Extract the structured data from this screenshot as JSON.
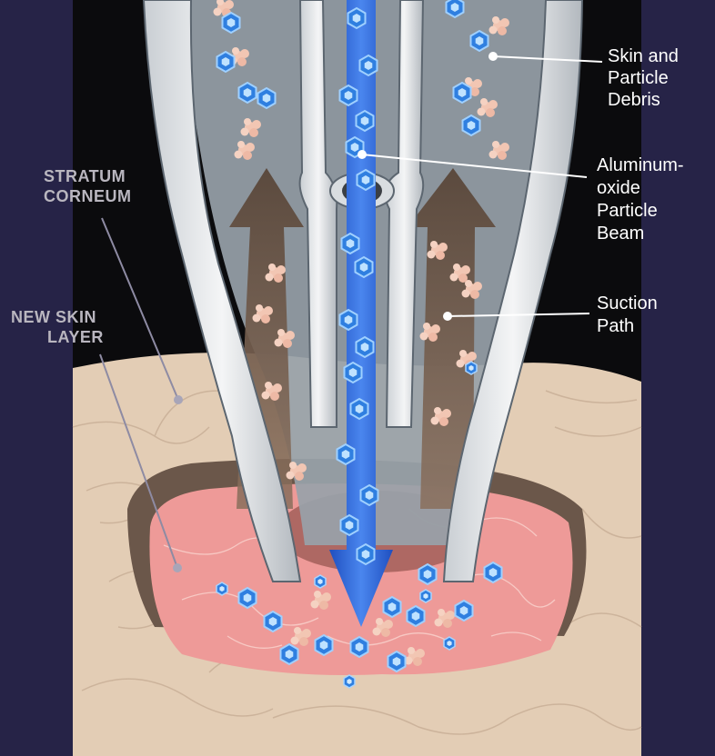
{
  "labels": {
    "stratum_corneum": [
      "STRATUM",
      "CORNEUM"
    ],
    "new_skin_layer": [
      "NEW SKIN",
      "LAYER"
    ],
    "skin_debris": [
      "Skin and",
      "Particle",
      "Debris"
    ],
    "aluminum_beam": [
      "Aluminum-",
      "oxide",
      "Particle",
      "Beam"
    ],
    "suction_path": [
      "Suction",
      "Path"
    ]
  },
  "colors": {
    "frame": "#262347",
    "air": "#0b0b0d",
    "skin_surface": "#e3cdb5",
    "new_skin": "#ee9a98",
    "tube_glass": "#9aa3aa",
    "beam": "#2f6cdc",
    "crystal": "#3a8fe8",
    "debris": "#f3c9b6",
    "suction_arrow": "#6a5a4a"
  }
}
